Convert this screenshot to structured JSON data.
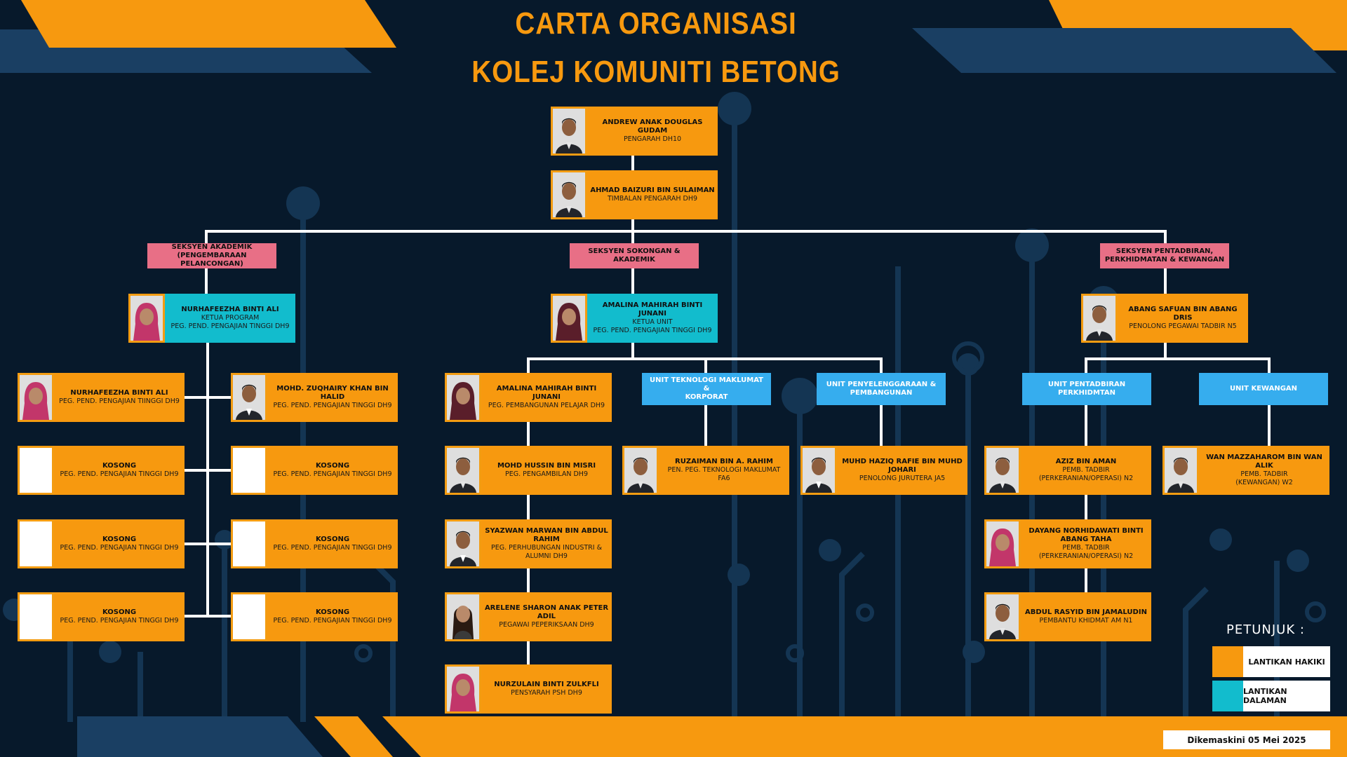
{
  "title": {
    "line1": "CARTA ORGANISASI",
    "line2": "KOLEJ KOMUNITI BETONG"
  },
  "colors": {
    "substantive": "#f7990f",
    "internal": "#12bccd",
    "section": "#e86f86",
    "unit": "#36adee",
    "background": "#07192b",
    "accent_blue": "#1a3f63"
  },
  "top": [
    {
      "name": "ANDREW ANAK DOUGLAS GUDAM",
      "post": "PENGARAH DH10",
      "photo": "male"
    },
    {
      "name": "AHMAD BAIZURI BIN SULAIMAN",
      "post": "TIMBALAN PENGARAH DH9",
      "photo": "male"
    }
  ],
  "sections": [
    "SEKSYEN AKADEMIK\n(PENGEMBARAAN PELANCONGAN)",
    "SEKSYEN SOKONGAN & AKADEMIK",
    "SEKSYEN PENTADBIRAN,\nPERKHIDMATAN & KEWANGAN"
  ],
  "heads": [
    {
      "name": "NURHAFEEZHA BINTI ALI",
      "role": "KETUA PROGRAM",
      "post": "PEG. PEND. PENGAJIAN TINGGI DH9",
      "photo": "female-hijab-pink",
      "type": "internal"
    },
    {
      "name": "AMALINA MAHIRAH BINTI JUNANI",
      "role": "KETUA UNIT",
      "post": "PEG. PEND. PENGAJIAN TINGGI DH9",
      "photo": "female-hijab-maroon",
      "type": "internal"
    },
    {
      "name": "ABANG SAFUAN BIN ABANG DRIS",
      "role": "",
      "post": "PENOLONG PEGAWAI TADBIR N5",
      "photo": "male",
      "type": "substantive"
    }
  ],
  "academic_left": [
    {
      "name": "NURHAFEEZHA BINTI ALI",
      "post": "PEG. PEND. PENGAJIAN TIINGGI DH9",
      "photo": "female-hijab-pink"
    },
    {
      "name": "KOSONG",
      "post": "PEG. PEND. PENGAJIAN TINGGI DH9",
      "photo": "blank"
    },
    {
      "name": "KOSONG",
      "post": "PEG. PEND. PENGAJIAN TINGGI DH9",
      "photo": "blank"
    },
    {
      "name": "KOSONG",
      "post": "PEG. PEND. PENGAJIAN TINGGI DH9",
      "photo": "blank"
    }
  ],
  "academic_right": [
    {
      "name": "MOHD. ZUQHAIRY KHAN BIN HALID",
      "post": "PEG. PEND. PENGAJIAN TINGGI DH9",
      "photo": "male-white"
    },
    {
      "name": "KOSONG",
      "post": "PEG. PEND. PENGAJIAN TINGGI DH9",
      "photo": "blank"
    },
    {
      "name": "KOSONG",
      "post": "PEG. PEND. PENGAJIAN TINGGI DH9",
      "photo": "blank"
    },
    {
      "name": "KOSONG",
      "post": "PEG. PEND. PENGAJIAN TINGGI DH9",
      "photo": "blank"
    }
  ],
  "support_column": [
    {
      "name": "AMALINA MAHIRAH BINTI JUNANI",
      "post": "PEG. PEMBANGUNAN PELAJAR DH9",
      "photo": "female-hijab-maroon"
    },
    {
      "name": "MOHD HUSSIN BIN MISRI",
      "post": "PEG. PENGAMBILAN DH9",
      "photo": "male"
    },
    {
      "name": "SYAZWAN MARWAN BIN ABDUL RAHIM",
      "post": "PEG. PERHUBUNGAN INDUSTRI & ALUMNI DH9",
      "photo": "male-white"
    },
    {
      "name": "ARELENE SHARON ANAK PETER ADIL",
      "post": "PEGAWAI PEPERIKSAAN DH9",
      "photo": "female"
    },
    {
      "name": "NURZULAIN BINTI ZULKFLI",
      "post": "PENSYARAH PSH DH9",
      "photo": "female-hijab-pink"
    }
  ],
  "units": [
    "UNIT TEKNOLOGI MAKLUMAT &\nKORPORAT",
    "UNIT PENYELENGGARAAN &\nPEMBANGUNAN",
    "UNIT PENTADBIRAN PERKHIDMTAN",
    "UNIT KEWANGAN"
  ],
  "unit_staff": [
    {
      "name": "RUZAIMAN BIN A. RAHIM",
      "post": "PEN. PEG. TEKNOLOGI MAKLUMAT FA6",
      "photo": "male"
    },
    {
      "name": "MUHD HAZIQ RAFIE BIN MUHD JOHARI",
      "post": "PENOLONG JURUTERA JA5",
      "photo": "male-white"
    }
  ],
  "admin_column": [
    {
      "name": "AZIZ BIN AMAN",
      "post": "PEMB. TADBIR\n(PERKERANIAN/OPERASI) N2",
      "photo": "male"
    },
    {
      "name": "DAYANG NORHIDAWATI BINTI ABANG TAHA",
      "post": "PEMB. TADBIR\n(PERKERANIAN/OPERASI) N2",
      "photo": "female-hijab-pink"
    },
    {
      "name": "ABDUL RASYID BIN JAMALUDIN",
      "post": "PEMBANTU KHIDMAT AM N1",
      "photo": "male"
    }
  ],
  "finance_staff": {
    "name": "WAN MAZZAHAROM BIN WAN ALIK",
    "post": "PEMB. TADBIR\n(KEWANGAN) W2",
    "photo": "male"
  },
  "legend": {
    "title": "PETUNJUK :",
    "substantive": "LANTIKAN HAKIKI",
    "internal": "LANTIKAN DALAMAN"
  },
  "updated": "Dikemaskini 05 Mei 2025"
}
